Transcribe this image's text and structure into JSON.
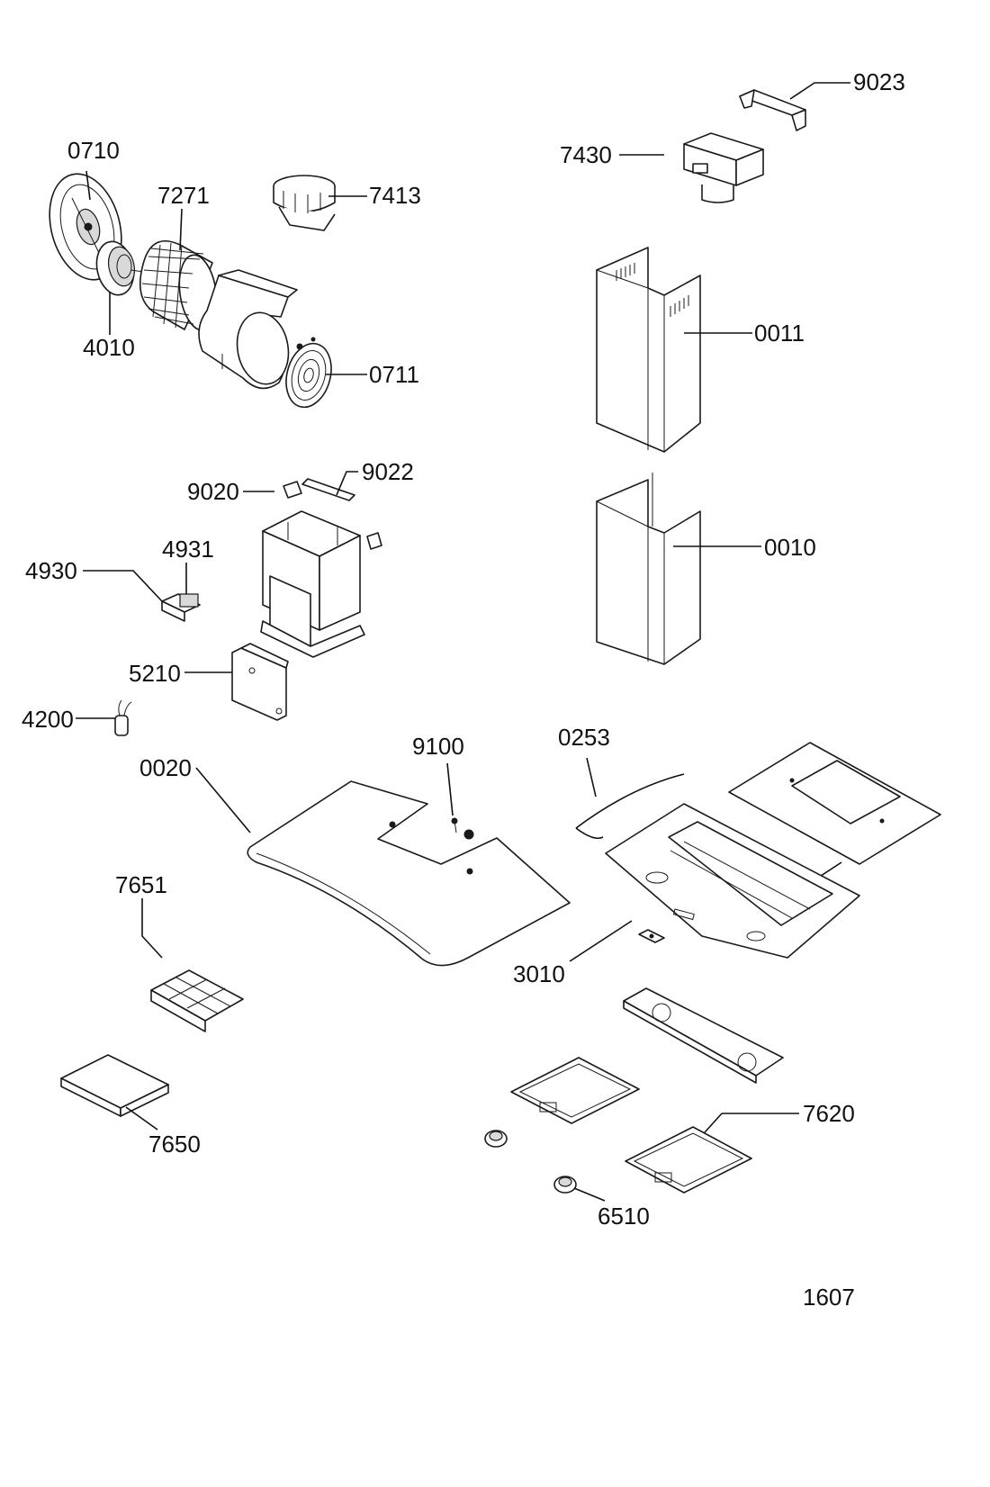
{
  "labels": {
    "p0710": "0710",
    "p7271": "7271",
    "p7413": "7413",
    "p4010": "4010",
    "p0711": "0711",
    "p9023": "9023",
    "p7430": "7430",
    "p0011": "0011",
    "p9022": "9022",
    "p9020": "9020",
    "p4931": "4931",
    "p4930": "4930",
    "p0010": "0010",
    "p5210": "5210",
    "p4200": "4200",
    "p9100": "9100",
    "p0253": "0253",
    "p0020": "0020",
    "p7651": "7651",
    "p3010": "3010",
    "p7620": "7620",
    "p7650": "7650",
    "p6510": "6510",
    "page_number": "1607"
  }
}
